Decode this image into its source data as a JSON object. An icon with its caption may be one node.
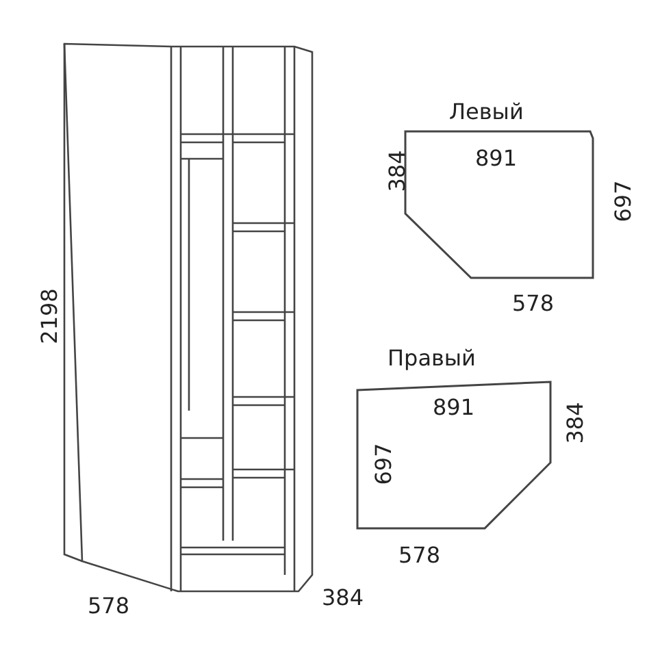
{
  "diagram": {
    "labels": [
      "Левый",
      "384",
      "891",
      "697",
      "578",
      "2198",
      "Правый",
      "891",
      "384",
      "697",
      "578",
      "578",
      "384"
    ]
  }
}
